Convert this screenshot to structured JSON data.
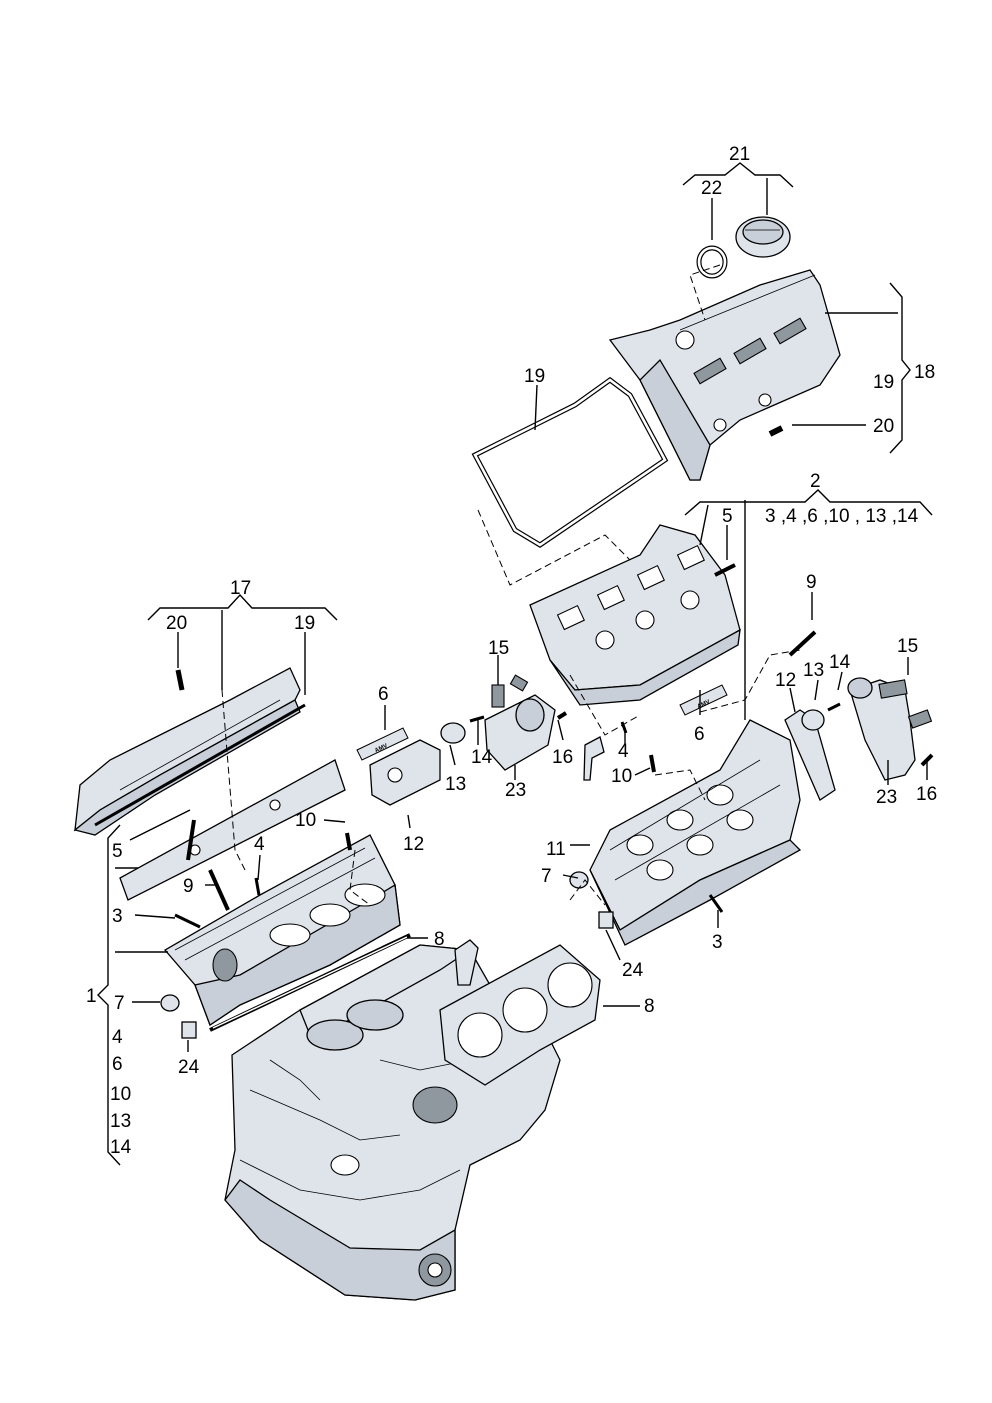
{
  "callouts": {
    "c21": "21",
    "c22": "22",
    "c18": "18",
    "c19_top": "19",
    "c20_top": "20",
    "c19_gasket": "19",
    "c2": "2",
    "c2_list": "3 ,4 ,6 ,10 , 13 ,14",
    "c5_right": "5",
    "c9_right": "9",
    "c15_right": "15",
    "c12_right": "12",
    "c13_right": "13",
    "c14_right": "14",
    "c6_right": "6",
    "c4_right": "4",
    "c10_right": "10",
    "c11": "11",
    "c23_right": "23",
    "c16_right": "16",
    "c7_right": "7",
    "c24_right": "24",
    "c3_right": "3",
    "c8_right": "8",
    "c17": "17",
    "c20_left": "20",
    "c19_left": "19",
    "c6_left": "6",
    "c15_left": "15",
    "c16_left": "16",
    "c14_left": "14",
    "c23_left": "23",
    "c13_left": "13",
    "c12_left": "12",
    "c10_left": "10",
    "c5_left": "5",
    "c4_left": "4",
    "c9_left": "9",
    "c3_left": "3",
    "c8_left": "8",
    "c1": "1",
    "c7_left": "7",
    "c24_left": "24",
    "c1_list": [
      "4",
      "6",
      "10",
      "13",
      "14"
    ]
  },
  "tube_text": "AMV",
  "colors": {
    "part_fill": "#dfe4eb",
    "shadow_fill": "#c9cfd8",
    "dark_fill": "#8f979f"
  },
  "icons": [
    "oil-filler-cap-icon",
    "cylinder-head-cover-icon",
    "cylinder-head-icon",
    "engine-block-icon",
    "sealant-tube-icon",
    "bolt-icon"
  ]
}
